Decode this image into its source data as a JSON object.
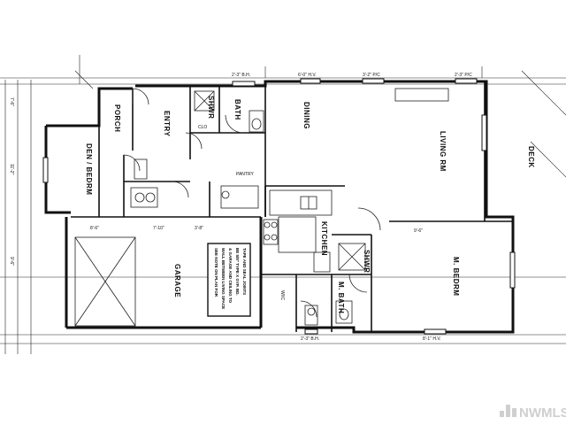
{
  "rooms": {
    "porch": "PORCH",
    "entry": "ENTRY",
    "shwr_top": "SHWR",
    "bath": "BATH",
    "dining": "DINING",
    "living": "LIVING RM",
    "deck": "DECK",
    "den": "DEN / BEDRM",
    "kitchen": "KITCHEN",
    "garage": "GARAGE",
    "shwr_lower": "SHWR",
    "m_bath": "M. BATH",
    "m_bedrm": "M. BEDRM",
    "wic": "W/IC",
    "pantry": "PANTRY",
    "clo": "CLO"
  },
  "dimensions": {
    "top_1": "2'-3\" B.H.",
    "top_2": "6'-0\" H.V.",
    "top_3": "3'-2\" P/C",
    "top_4": "2'-3\" P/C",
    "bottom_1": "2'-3\" B.H.",
    "bottom_2": "8'-1\" H.V.",
    "left_1": "7'-6\"",
    "left_2": "11'-2\"",
    "left_3": "9'-6\"",
    "garage_1": "8'-6\"",
    "garage_2": "7'-10\"",
    "garage_3": "3'-8\"",
    "bedrm_dim": "9'-6\""
  },
  "note": {
    "lines": [
      "SEE NOTE ON PLAN FOR",
      "WALL BETWEEN LIVING SPACE",
      "& GARAGE AND CEILING TO",
      "BE 5/8\" TYPE X GYP. BD.",
      "TAPE AND SEAL JOINTS"
    ]
  },
  "watermark": "NWMLS"
}
